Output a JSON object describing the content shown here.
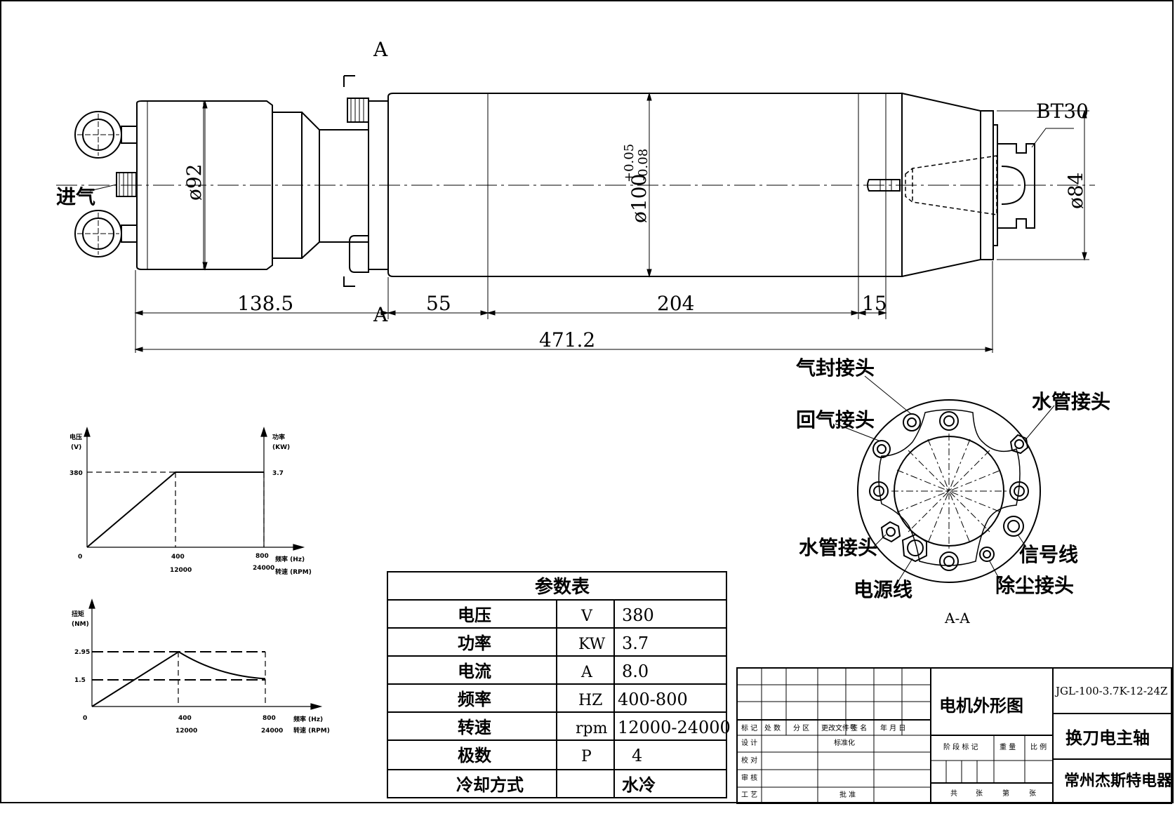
{
  "drawing": {
    "section_mark": "A",
    "section_view_label": "A-A",
    "air_inlet_label": "进气",
    "tool_holder_label": "BT30",
    "dia_body": "ø92",
    "dia_main": "ø100",
    "tol_upper": "+0.05",
    "tol_lower": "-0.08",
    "dia_nose": "ø84",
    "dims": {
      "d1": "138.5",
      "d2": "55",
      "d3": "204",
      "d4": "15",
      "total": "471.2"
    }
  },
  "section_view": {
    "callouts": {
      "air_seal": "气封接头",
      "air_return": "回气接头",
      "water_right": "水管接头",
      "water_left": "水管接头",
      "power": "电源线",
      "signal": "信号线",
      "dust": "除尘接头"
    }
  },
  "chart_voltage_power": {
    "y_left_label": [
      "电压",
      "(V)"
    ],
    "y_right_label": [
      "功率",
      "(KW)"
    ],
    "y_left_tick": "380",
    "y_right_tick": "3.7",
    "x_origin": "0",
    "x_ticks": [
      {
        "freq": "400",
        "rpm": "12000"
      },
      {
        "freq": "800",
        "rpm": "24000"
      }
    ],
    "x_label_freq": "频率 (Hz)",
    "x_label_rpm": "转速 (RPM)"
  },
  "chart_torque": {
    "y_label": [
      "扭矩",
      "(NM)"
    ],
    "y_ticks": [
      "2.95",
      "1.5"
    ],
    "x_origin": "0",
    "x_ticks": [
      {
        "freq": "400",
        "rpm": "12000"
      },
      {
        "freq": "800",
        "rpm": "24000"
      }
    ],
    "x_label_freq": "频率 (Hz)",
    "x_label_rpm": "转速 (RPM)"
  },
  "chart_data": [
    {
      "type": "line",
      "series": [
        {
          "name": "电压",
          "x": [
            0,
            400,
            800
          ],
          "y": [
            0,
            380,
            380
          ]
        }
      ],
      "x_unit": "Hz",
      "ylabel": "电压 (V) / 功率 (KW)"
    },
    {
      "type": "line",
      "series": [
        {
          "name": "扭矩",
          "x": [
            0,
            400,
            800
          ],
          "y": [
            0,
            2.95,
            1.5
          ]
        }
      ],
      "x_unit": "Hz",
      "ylabel": "扭矩 (NM)"
    }
  ],
  "param_table": {
    "title": "参数表",
    "rows": [
      {
        "name": "电压",
        "unit": "V",
        "value": "380"
      },
      {
        "name": "功率",
        "unit": "KW",
        "value": "3.7"
      },
      {
        "name": "电流",
        "unit": "A",
        "value": "8.0"
      },
      {
        "name": "频率",
        "unit": "HZ",
        "value": "400-800"
      },
      {
        "name": "转速",
        "unit": "rpm",
        "value": "12000-24000"
      },
      {
        "name": "极数",
        "unit": "P",
        "value": "4"
      },
      {
        "name": "冷却方式",
        "unit": "",
        "value": "水冷"
      }
    ]
  },
  "title_block": {
    "drawing_name": "电机外形图",
    "model": "JGL-100-3.7K-12-24Z",
    "product": "换刀电主轴",
    "company": "常州杰斯特电器",
    "header_cells": [
      "标 记",
      "处 数",
      "分  区",
      "更改文件号",
      "签 名",
      "年 月 日"
    ],
    "row_labels": [
      "设 计",
      "校 对",
      "审 核",
      "工 艺"
    ],
    "standardize": "标准化",
    "approve": "批 准",
    "stage_mark": "阶 段 标 记",
    "weight": "重 量",
    "scale": "比 例",
    "sheet_total": "共",
    "sheet_unit": "张",
    "sheet_no": "第",
    "sheet_unit2": "张"
  }
}
